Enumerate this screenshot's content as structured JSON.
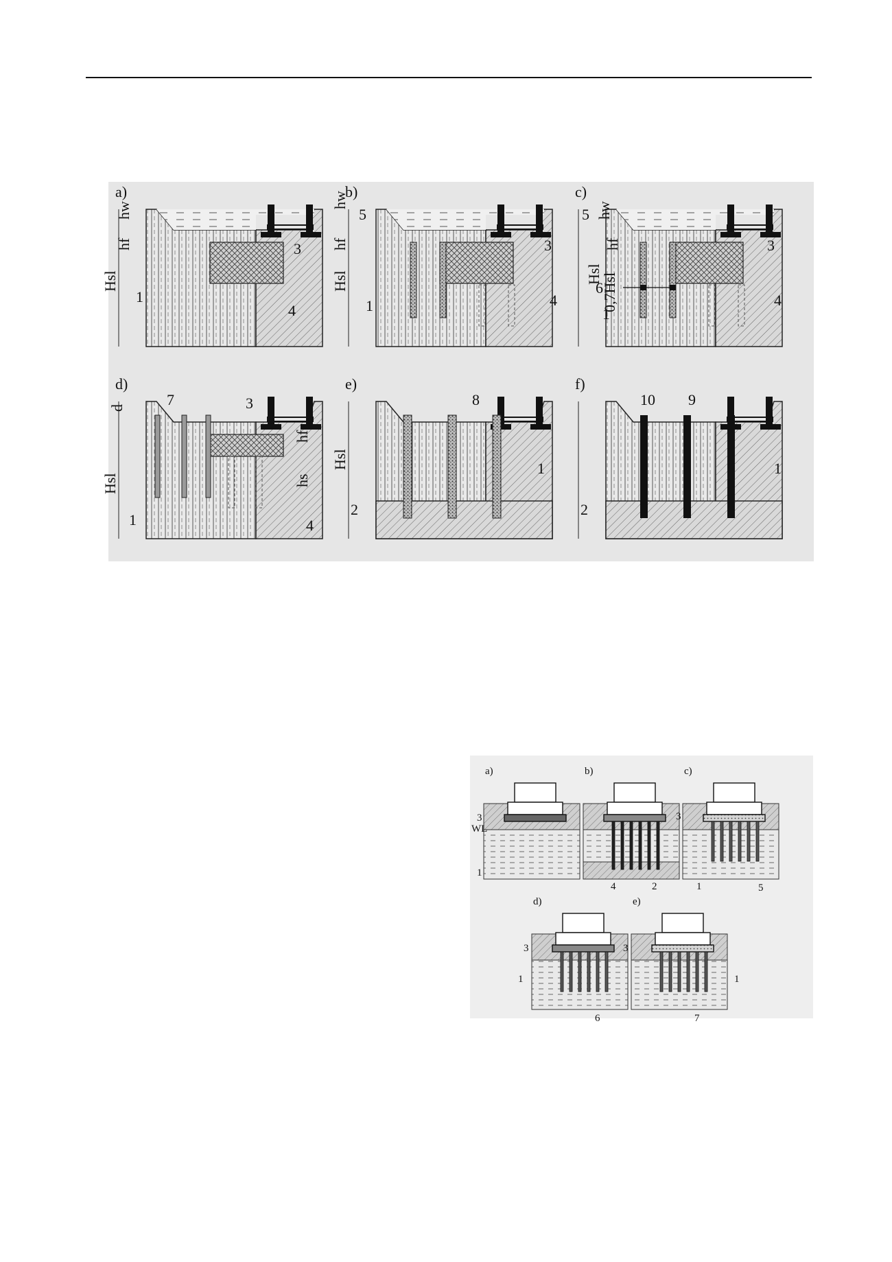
{
  "figure1": {
    "panels": [
      {
        "id": "a",
        "label": "a)",
        "numbers": [
          "1",
          "3",
          "4"
        ],
        "dims": [
          "hw",
          "hf",
          "Hsl"
        ]
      },
      {
        "id": "b",
        "label": "b)",
        "numbers": [
          "5",
          "3",
          "1",
          "4"
        ],
        "dims": [
          "hw",
          "hf",
          "Hsl"
        ]
      },
      {
        "id": "c",
        "label": "c)",
        "numbers": [
          "5",
          "3",
          "6",
          "1",
          "4"
        ],
        "dims": [
          "hw",
          "hf",
          "Hsl",
          "0,7Hsl"
        ]
      },
      {
        "id": "d",
        "label": "d)",
        "numbers": [
          "7",
          "3",
          "1",
          "4"
        ],
        "dims": [
          "d",
          "Hsl",
          "hf",
          "hs"
        ]
      },
      {
        "id": "e",
        "label": "e)",
        "numbers": [
          "8",
          "1",
          "2"
        ],
        "dims": [
          "Hsl"
        ]
      },
      {
        "id": "f",
        "label": "f)",
        "numbers": [
          "10",
          "9",
          "1",
          "2"
        ],
        "dims": []
      }
    ]
  },
  "figure2": {
    "panels": [
      {
        "id": "a",
        "label": "a)",
        "numbers": [
          "3",
          "1"
        ],
        "marks": [
          "WL"
        ]
      },
      {
        "id": "b",
        "label": "b)",
        "numbers": [
          "4",
          "2"
        ]
      },
      {
        "id": "c",
        "label": "c)",
        "numbers": [
          "3",
          "1",
          "5"
        ]
      },
      {
        "id": "d",
        "label": "d)",
        "numbers": [
          "3",
          "1",
          "6"
        ]
      },
      {
        "id": "e",
        "label": "e)",
        "numbers": [
          "3",
          "1",
          "7"
        ]
      }
    ]
  }
}
